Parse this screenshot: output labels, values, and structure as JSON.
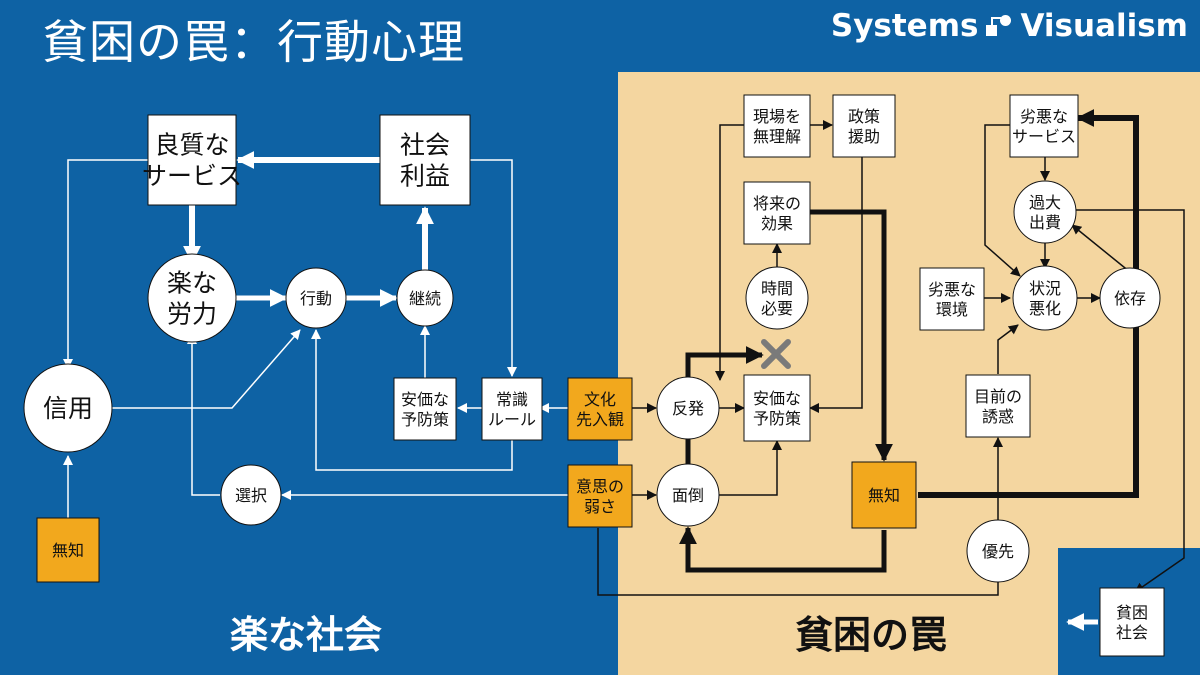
{
  "title": "貧困の罠：行動心理",
  "brand": {
    "left": "Systems",
    "right": "Visualism"
  },
  "regions": {
    "easy_society": "楽な社会",
    "poverty_trap": "貧困の罠"
  },
  "colors": {
    "background": "#0e62a4",
    "trap_background": "#f4d6a0",
    "orange_box": "#f2a81d",
    "node_fill": "#ffffff",
    "cross": "#7a7a7a"
  },
  "nodes": {
    "quality_service": "良質な\nサービス",
    "social_benefit": "社会\n利益",
    "easy_effort": "楽な\n労力",
    "action": "行動",
    "continuation": "継続",
    "trust": "信用",
    "cheap_prevention_left": "安価な\n予防策",
    "common_rule": "常識\nルール",
    "choice": "選択",
    "ignorance_left": "無知",
    "culture_bias": "文化\n先入観",
    "weak_will": "意思の\n弱さ",
    "backlash": "反発",
    "hassle": "面倒",
    "misunderstand": "現場を\n無理解",
    "policy_aid": "政策\n援助",
    "future_effect": "将来の\n効果",
    "time_needed": "時間\n必要",
    "cheap_prevention_right": "安価な\n予防策",
    "ignorance_right": "無知",
    "bad_service": "劣悪な\nサービス",
    "overspend": "過大\n出費",
    "bad_env": "劣悪な\n環境",
    "situation_worse": "状況\n悪化",
    "dependence": "依存",
    "temptation": "目前の\n誘惑",
    "priority": "優先",
    "poor_society": "貧困\n社会"
  }
}
